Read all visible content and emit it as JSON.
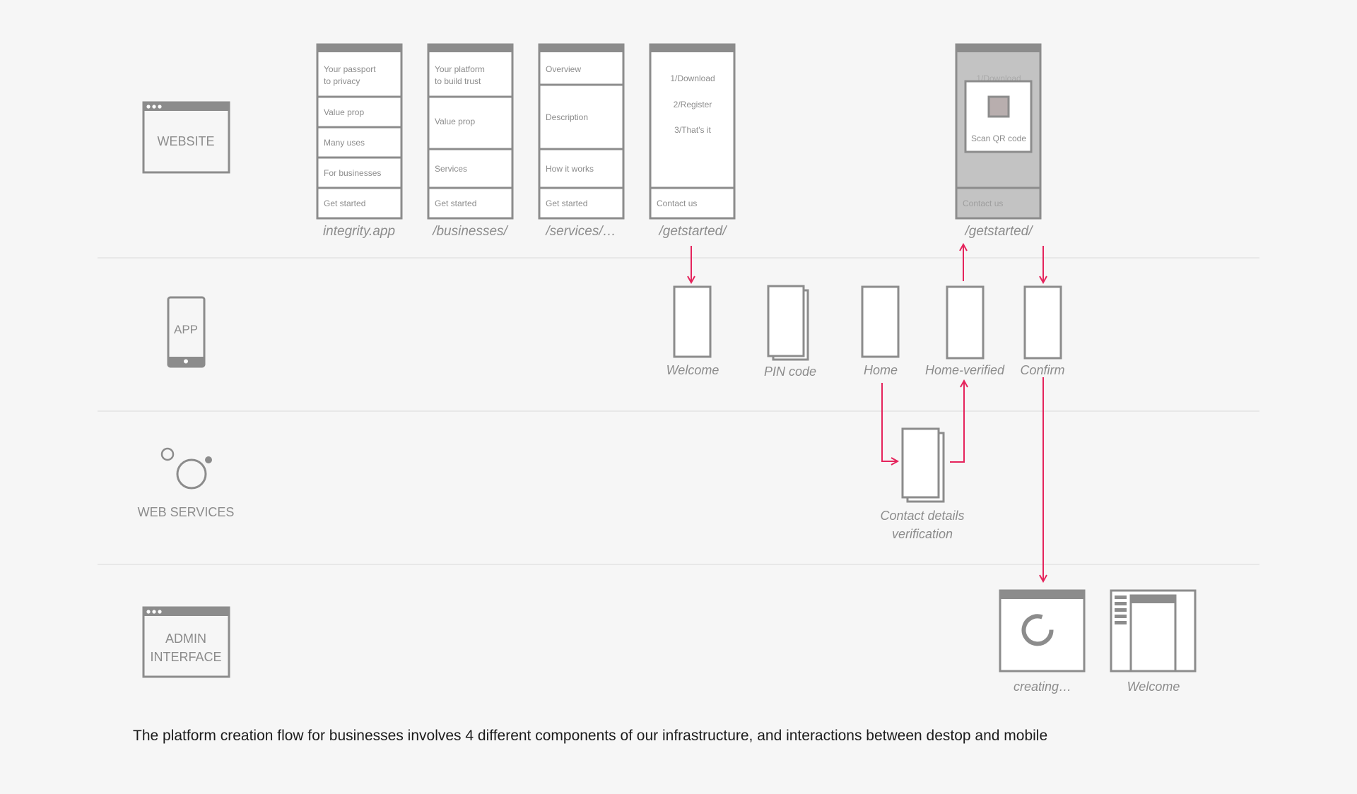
{
  "lanes": {
    "website": "WEBSITE",
    "app": "APP",
    "web_services": "WEB SERVICES",
    "admin_line1": "ADMIN",
    "admin_line2": "INTERFACE"
  },
  "website_pages": [
    {
      "url": "integrity.app",
      "sections": [
        "Your passport",
        "to privacy",
        "Value prop",
        "Many uses",
        "For businesses",
        "Get started"
      ]
    },
    {
      "url": "/businesses/",
      "sections": [
        "Your platform",
        "to build trust",
        "Value prop",
        "Services",
        "Get started"
      ]
    },
    {
      "url": "/services/…",
      "sections": [
        "Overview",
        "Description",
        "How it works",
        "Get started"
      ]
    },
    {
      "url": "/getstarted/",
      "steps": [
        "1/Download",
        "2/Register",
        "3/That's it"
      ],
      "footer": "Contact us"
    },
    {
      "url": "/getstarted/",
      "hidden_step": "1/Download",
      "modal_label": "Scan QR code",
      "footer": "Contact us"
    }
  ],
  "app_screens": [
    "Welcome",
    "PIN code",
    "Home",
    "Home-verified",
    "Confirm"
  ],
  "web_service": {
    "line1": "Contact details",
    "line2": "verification"
  },
  "admin_screens": [
    "creating…",
    "Welcome"
  ],
  "caption": "The platform creation flow for businesses involves 4 different components of our infrastructure, and interactions between destop and mobile",
  "colors": {
    "background": "#f6f6f6",
    "wire": "#8c8c8c",
    "wire_fill": "#ffffff",
    "text": "#8c8c8c",
    "arrow": "#e5245c",
    "divider": "#e4e4e4",
    "overlay": "#c3c3c3",
    "qr_square": "#b8aeae"
  }
}
